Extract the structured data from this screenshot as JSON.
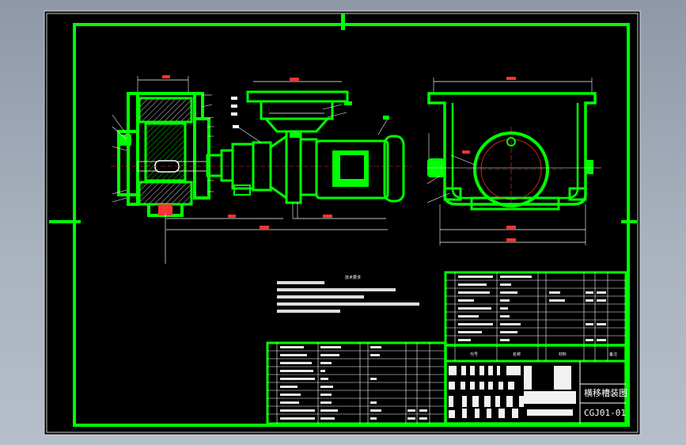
{
  "drawing": {
    "title": "横移槽装图",
    "number": "CGJ01-01",
    "notes_heading": "技术要求"
  },
  "title_block_headers": [
    "代号",
    "名称",
    "材料",
    "备注"
  ],
  "colors": {
    "background": "#000000",
    "outline": "#00ff00",
    "line": "#ffffff",
    "accent": "#ff0000",
    "dimension": "#ff3333",
    "desktop": "#a0a9b6"
  }
}
